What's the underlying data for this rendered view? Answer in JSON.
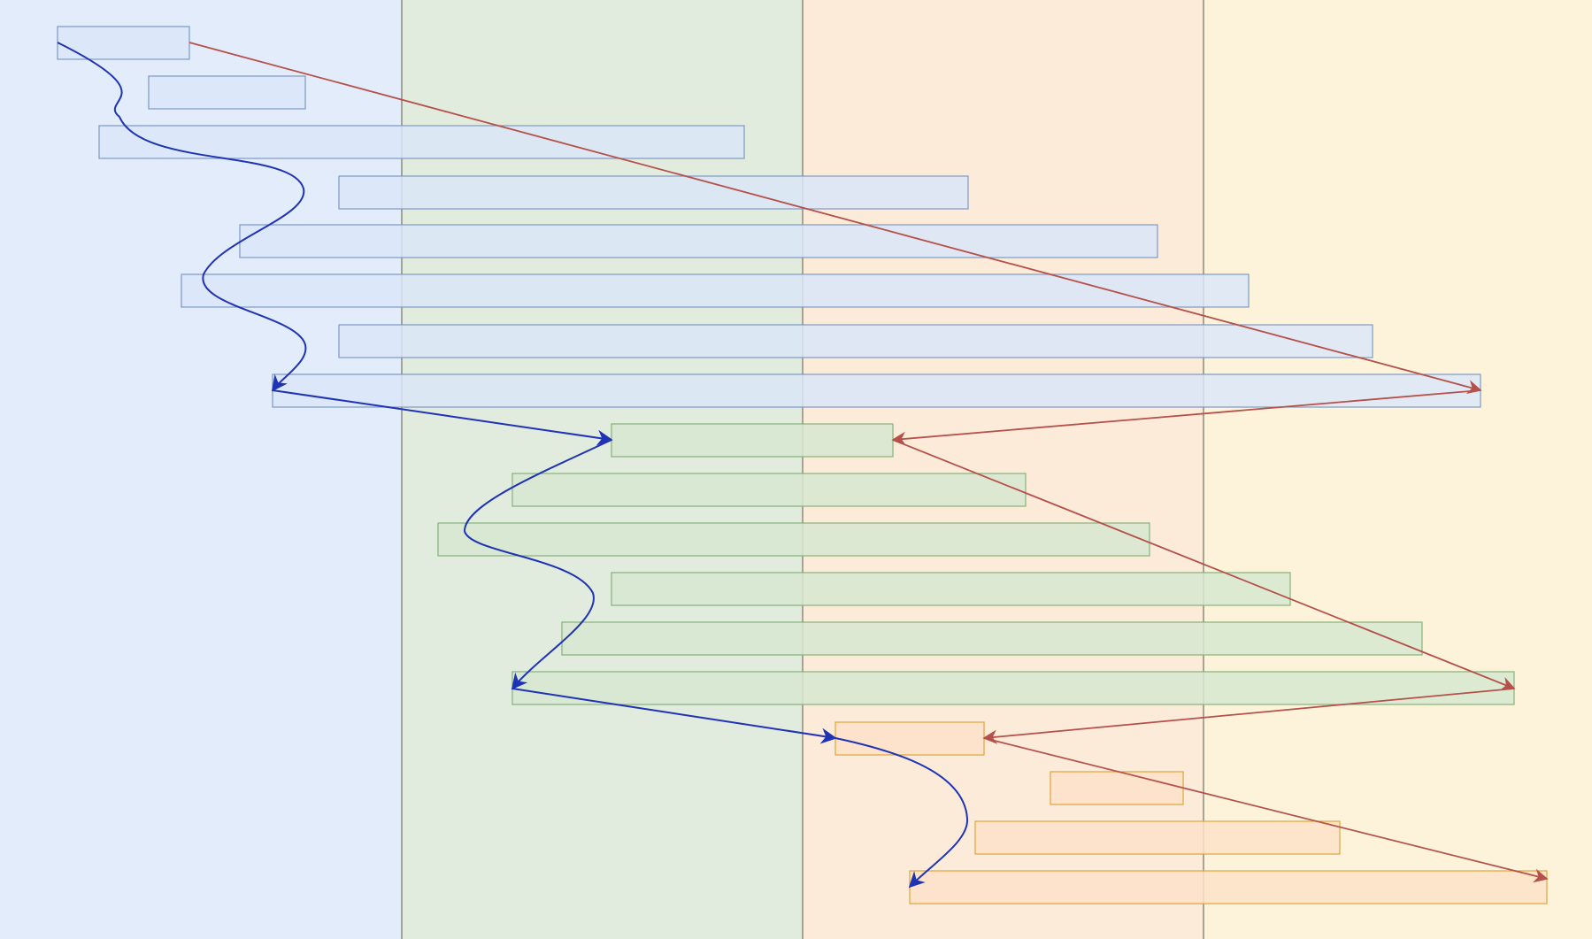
{
  "lanes": [
    {
      "id": "lane-1",
      "fill": "#e3ecfb"
    },
    {
      "id": "lane-2",
      "fill": "#e1ebde"
    },
    {
      "id": "lane-3",
      "fill": "#fdebda"
    },
    {
      "id": "lane-4",
      "fill": "#fdf3da"
    }
  ],
  "lane_divider_color": "#8c8c7a",
  "groups": [
    {
      "id": "blue",
      "fill": "#dae6f8",
      "stroke": "#7d9ac4",
      "bars": [
        {
          "id": "b1",
          "label": ""
        },
        {
          "id": "b2",
          "label": ""
        },
        {
          "id": "b3",
          "label": ""
        },
        {
          "id": "b4",
          "label": ""
        },
        {
          "id": "b5",
          "label": ""
        },
        {
          "id": "b6",
          "label": ""
        },
        {
          "id": "b7",
          "label": ""
        },
        {
          "id": "b8",
          "label": ""
        }
      ]
    },
    {
      "id": "green",
      "fill": "#d6e8d0",
      "stroke": "#86b27a",
      "bars": [
        {
          "id": "g1",
          "label": ""
        },
        {
          "id": "g2",
          "label": ""
        },
        {
          "id": "g3",
          "label": ""
        },
        {
          "id": "g4",
          "label": ""
        },
        {
          "id": "g5",
          "label": ""
        },
        {
          "id": "g6",
          "label": ""
        }
      ]
    },
    {
      "id": "orange",
      "fill": "#fde2c8",
      "stroke": "#e0a43a",
      "bars": [
        {
          "id": "o1",
          "label": ""
        },
        {
          "id": "o2",
          "label": ""
        },
        {
          "id": "o3",
          "label": ""
        },
        {
          "id": "o4",
          "label": ""
        }
      ]
    }
  ],
  "connectors": {
    "blue_color": "#1f33b5",
    "red_color": "#b5504a"
  }
}
